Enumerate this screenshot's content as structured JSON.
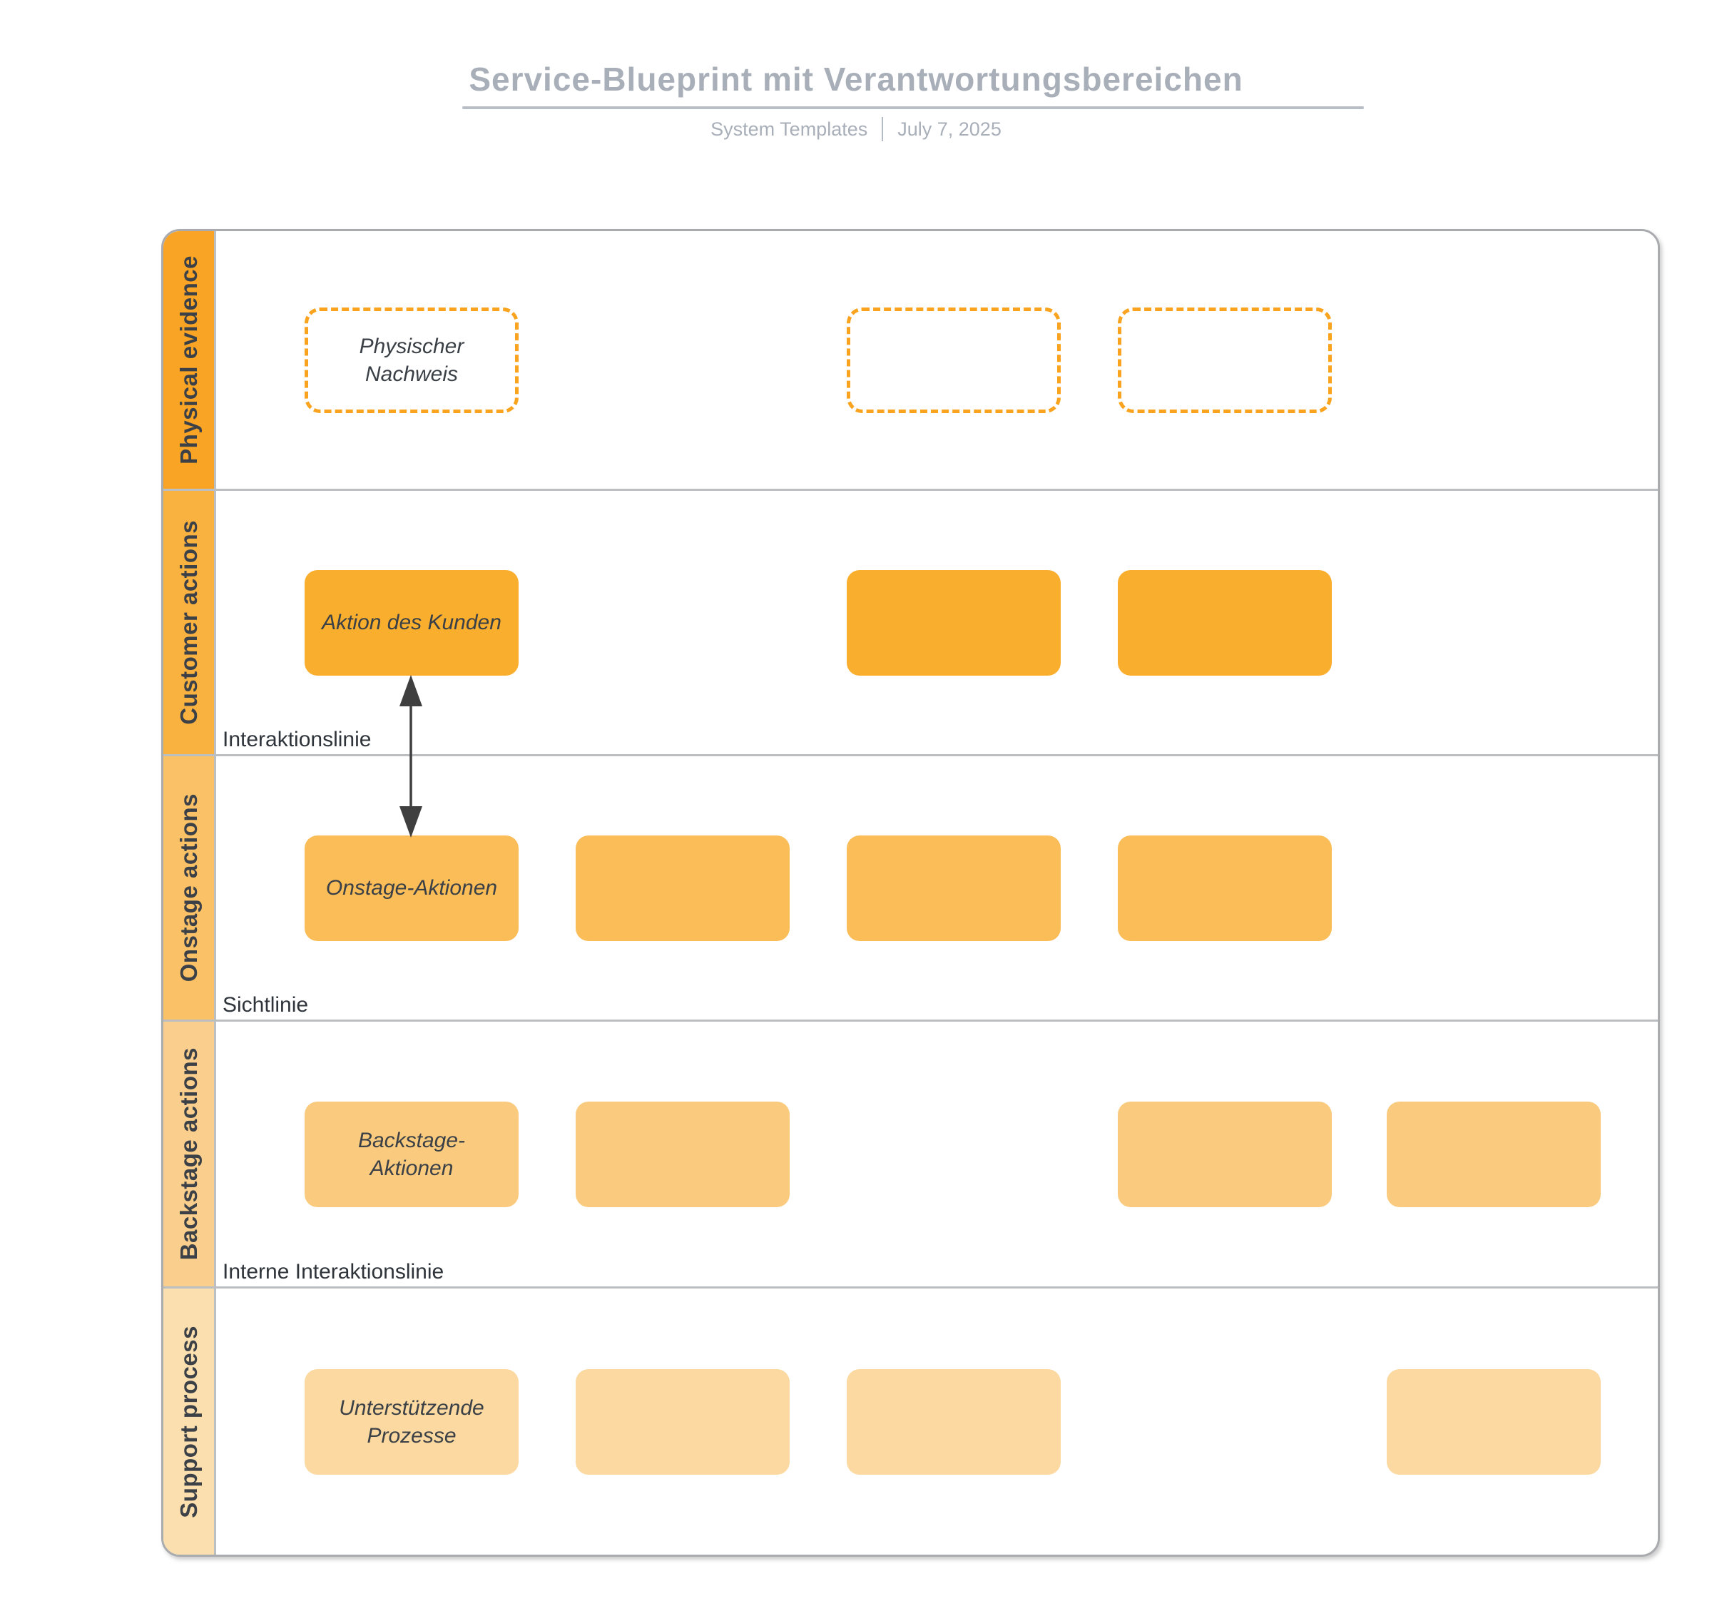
{
  "header": {
    "title": "Service-Blueprint mit Verantwortungsbereichen",
    "author": "System Templates",
    "date": "July 7, 2025"
  },
  "colors": {
    "title_text": "#A9AFB9",
    "frame_border": "#A9ABAE",
    "divider_line": "#BCBFC2",
    "lane_label_text": "#3C4147",
    "box_label_text": "#3A4046",
    "divider_label_text": "#2F343A"
  },
  "lanes": [
    {
      "label": "Physical evidence",
      "strip_color": "#F9A424",
      "box_style": "dashed",
      "box_color": "#F9A31F",
      "boxes": [
        {
          "slot": 0,
          "label": "Physischer Nachweis"
        },
        {
          "slot": 2,
          "label": ""
        },
        {
          "slot": 3,
          "label": ""
        }
      ]
    },
    {
      "label": "Customer actions",
      "strip_color": "#F9B140",
      "box_style": "filled",
      "box_color": "#FAAE2E",
      "boxes": [
        {
          "slot": 0,
          "label": "Aktion des Kunden"
        },
        {
          "slot": 2,
          "label": ""
        },
        {
          "slot": 3,
          "label": ""
        }
      ]
    },
    {
      "label": "Onstage actions",
      "strip_color": "#FAC166",
      "box_style": "filled",
      "box_color": "#FABD58",
      "boxes": [
        {
          "slot": 0,
          "label": "Onstage-Aktionen"
        },
        {
          "slot": 1,
          "label": ""
        },
        {
          "slot": 2,
          "label": ""
        },
        {
          "slot": 3,
          "label": ""
        }
      ]
    },
    {
      "label": "Backstage actions",
      "strip_color": "#FACE8C",
      "box_style": "filled",
      "box_color": "#FACB7F",
      "boxes": [
        {
          "slot": 0,
          "label": "Backstage-Aktionen"
        },
        {
          "slot": 1,
          "label": ""
        },
        {
          "slot": 3,
          "label": ""
        },
        {
          "slot": 4,
          "label": ""
        }
      ]
    },
    {
      "label": "Support process",
      "strip_color": "#FBDFAF",
      "box_style": "filled",
      "box_color": "#FBD9A1",
      "boxes": [
        {
          "slot": 0,
          "label": "Unterstützende Prozesse"
        },
        {
          "slot": 1,
          "label": ""
        },
        {
          "slot": 2,
          "label": ""
        },
        {
          "slot": 4,
          "label": ""
        }
      ]
    }
  ],
  "dividers": [
    {
      "label": "Interaktionslinie"
    },
    {
      "label": "Sichtlinie"
    },
    {
      "label": "Interne Interaktionslinie"
    }
  ],
  "arrow": {
    "type": "double-headed",
    "color": "#3F3F3F",
    "connects": [
      "Aktion des Kunden",
      "Onstage-Aktionen"
    ]
  }
}
